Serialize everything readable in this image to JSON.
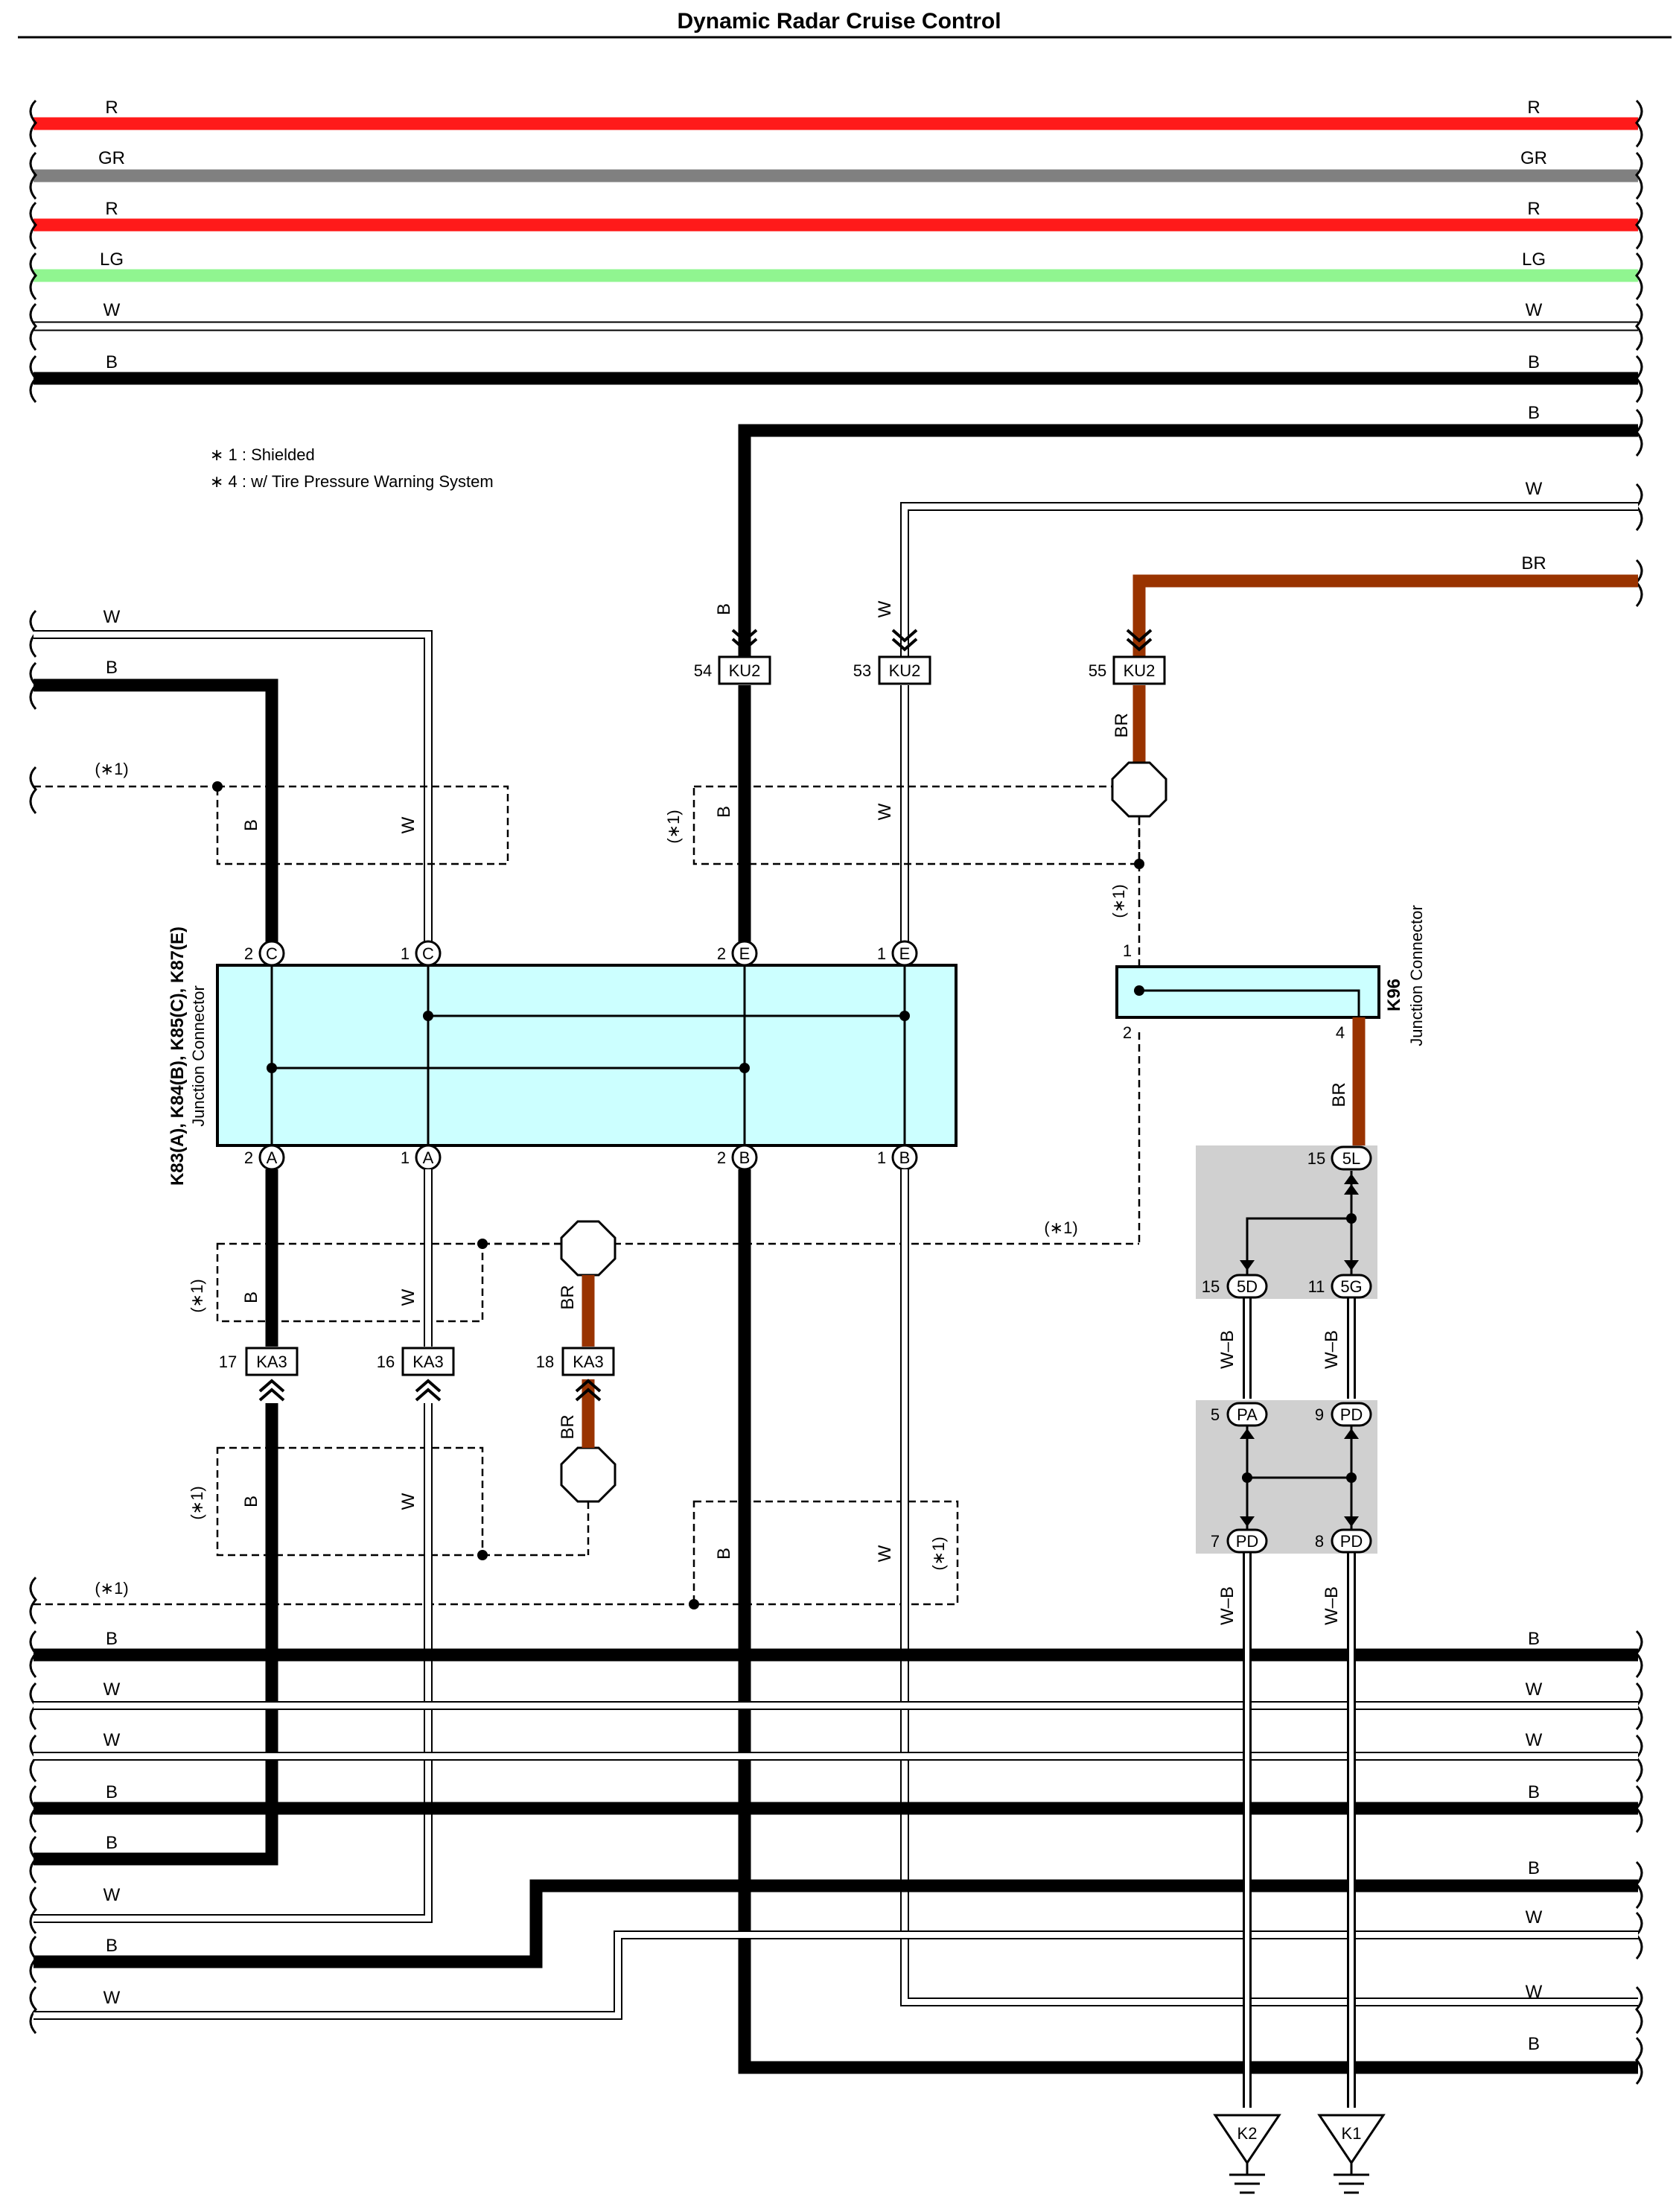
{
  "title": "Dynamic Radar Cruise Control",
  "notes": [
    "∗ 1 : Shielded",
    "∗ 4 : w/ Tire Pressure Warning System"
  ],
  "colors": {
    "R": "#ff1a1a",
    "GR": "#808080",
    "LG": "#90f590",
    "B": "#000000",
    "W": "#ffffff",
    "BR": "#993300",
    "W-B": "#ffffff",
    "junction_fill": "#ccffff",
    "joint_shade": "#d0d0d0"
  },
  "wire_colors": {
    "R": "R",
    "GR": "GR",
    "LG": "LG",
    "W": "W",
    "B": "B",
    "BR": "BR",
    "WB": "W–B"
  },
  "shield_label": "(∗1)",
  "connectors": {
    "main_junction": {
      "codes": "K83(A), K84(B), K85(C), K87(E)",
      "type": "Junction Connector"
    },
    "k96": {
      "code": "K96",
      "type": "Junction Connector"
    },
    "ku2": "KU2",
    "ka3": "KA3"
  },
  "pins": {
    "p1": "1",
    "p2": "2",
    "p4": "4",
    "p5": "5",
    "p7": "7",
    "p8": "8",
    "p9": "9",
    "p11": "11",
    "p15": "15",
    "p16": "16",
    "p17": "17",
    "p18": "18",
    "p53": "53",
    "p54": "54",
    "p55": "55",
    "A": "A",
    "B": "B",
    "C": "C",
    "E": "E",
    "c5L": "5L",
    "c5D": "5D",
    "c5G": "5G",
    "cPA": "PA",
    "cPD": "PD"
  },
  "grounds": {
    "k2": "K2",
    "k1": "K1"
  }
}
